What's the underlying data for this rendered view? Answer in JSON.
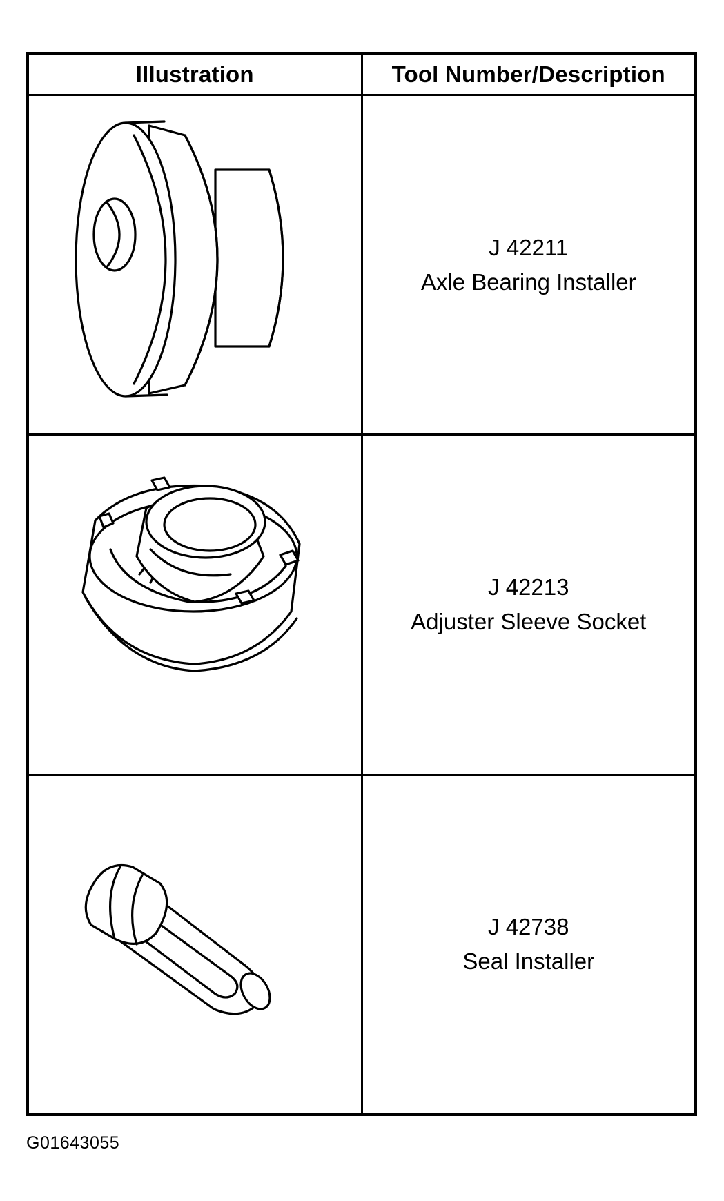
{
  "table": {
    "headers": {
      "illustration": "Illustration",
      "tool": "Tool Number/Description"
    },
    "rows": [
      {
        "tool_number": "J 42211",
        "description": "Axle Bearing Installer",
        "icon": "axle-bearing-installer-illustration"
      },
      {
        "tool_number": "J 42213",
        "description": "Adjuster Sleeve Socket",
        "icon": "adjuster-sleeve-socket-illustration"
      },
      {
        "tool_number": "J 42738",
        "description": "Seal Installer",
        "icon": "seal-installer-illustration"
      }
    ]
  },
  "figure_id": "G01643055"
}
